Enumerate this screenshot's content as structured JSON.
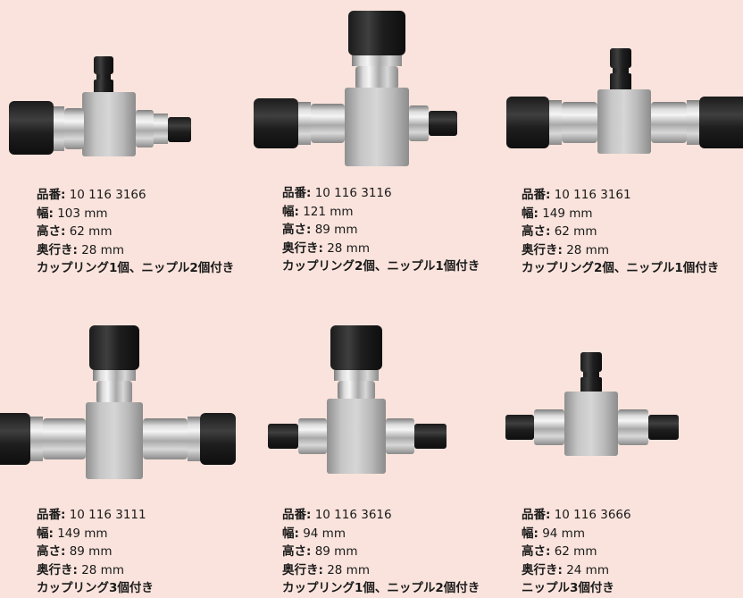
{
  "labels": {
    "part_no": "品番:",
    "width": "幅:",
    "height": "高さ:",
    "depth": "奥行き:"
  },
  "products": [
    {
      "part_no": "10 116 3166",
      "width": "103 mm",
      "height": "62 mm",
      "depth": "28 mm",
      "note": "カップリング1個、ニップル2個付き"
    },
    {
      "part_no": "10 116 3116",
      "width": "121 mm",
      "height": "89 mm",
      "depth": "28 mm",
      "note": "カップリング2個、ニップル1個付き"
    },
    {
      "part_no": "10 116 3161",
      "width": "149 mm",
      "height": "62 mm",
      "depth": "28 mm",
      "note": "カップリング2個、ニップル1個付き"
    },
    {
      "part_no": "10 116 3111",
      "width": "149 mm",
      "height": "89 mm",
      "depth": "28 mm",
      "note": "カップリング3個付き"
    },
    {
      "part_no": "10 116 3616",
      "width": "94 mm",
      "height": "89 mm",
      "depth": "28 mm",
      "note": "カップリング1個、ニップル2個付き"
    },
    {
      "part_no": "10 116 3666",
      "width": "94 mm",
      "height": "62 mm",
      "depth": "24 mm",
      "note": "ニップル3個付き"
    }
  ]
}
